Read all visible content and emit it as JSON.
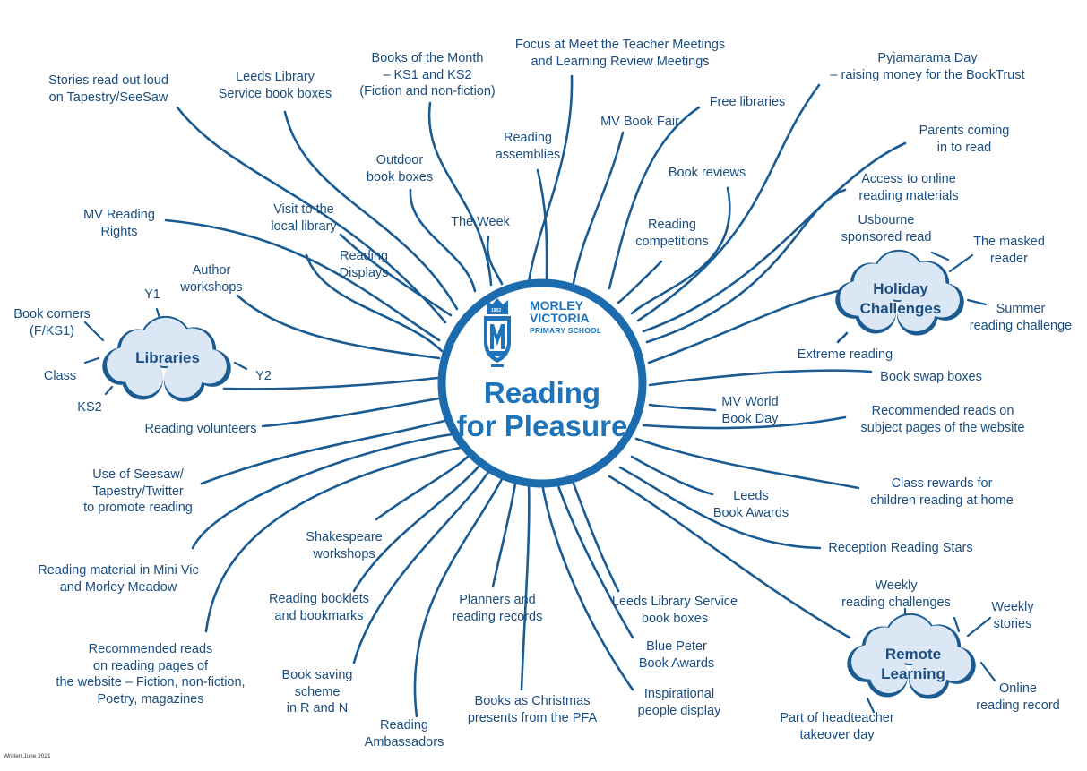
{
  "school": {
    "name_line1": "MORLEY",
    "name_line2": "VICTORIA",
    "name_line3": "PRIMARY SCHOOL",
    "crest_year": "1902"
  },
  "center": {
    "title_line1": "Reading",
    "title_line2": "for Pleasure"
  },
  "colors": {
    "line": "#1a5b92",
    "ring": "#1c6bad",
    "cloud_fill": "#dbe7f5",
    "text": "#1b4e80",
    "accent": "#1f73b8"
  },
  "clouds": {
    "libraries": {
      "title": "Libraries",
      "items": [
        "Book corners (F/KS1)",
        "Y1",
        "Y2",
        "Class",
        "KS2"
      ]
    },
    "holiday": {
      "title": "Holiday Challenges",
      "items": [
        "Usbourne sponsored read",
        "The masked reader",
        "Summer reading challenge",
        "Extreme reading"
      ]
    },
    "remote": {
      "title": "Remote Learning",
      "items": [
        "Weekly reading challenges",
        "Weekly stories",
        "Online reading record",
        "Part of headteacher takeover day"
      ]
    }
  },
  "labels": {
    "stories_read": [
      "Stories read out loud",
      "on Tapestry/SeeSaw"
    ],
    "leeds_boxes_top": [
      "Leeds Library",
      "Service book boxes"
    ],
    "books_month": [
      "Books of the Month",
      "– KS1 and KS2",
      "(Fiction and non-fiction)"
    ],
    "focus_meetings": [
      "Focus at Meet the Teacher Meetings",
      "and Learning Review Meetings"
    ],
    "pyjamarama": [
      "Pyjamarama Day",
      "– raising money for the BookTrust"
    ],
    "free_libraries": [
      "Free libraries"
    ],
    "mv_book_fair": [
      "MV Book Fair"
    ],
    "reading_assemblies": [
      "Reading",
      "assemblies"
    ],
    "outdoor_boxes": [
      "Outdoor",
      "book boxes"
    ],
    "parents_coming": [
      "Parents coming",
      "in to read"
    ],
    "book_reviews": [
      "Book reviews"
    ],
    "online_materials": [
      "Access to online",
      "reading materials"
    ],
    "mv_reading_rights": [
      "MV Reading",
      "Rights"
    ],
    "visit_library": [
      "Visit to the",
      "local library"
    ],
    "the_week": [
      "The Week"
    ],
    "reading_competitions": [
      "Reading",
      "competitions"
    ],
    "reading_displays": [
      "Reading",
      "Displays"
    ],
    "author_workshops": [
      "Author",
      "workshops"
    ],
    "book_swap": [
      "Book swap boxes"
    ],
    "mv_world_book_day": [
      "MV World",
      "Book Day"
    ],
    "recommended_subject": [
      "Recommended reads on",
      "subject pages of the website"
    ],
    "reading_volunteers": [
      "Reading volunteers"
    ],
    "use_of_seesaw": [
      "Use of Seesaw/",
      "Tapestry/Twitter",
      "to promote reading"
    ],
    "class_rewards": [
      "Class rewards for",
      "children reading at home"
    ],
    "leeds_book_awards": [
      "Leeds",
      "Book Awards"
    ],
    "reception_stars": [
      "Reception Reading Stars"
    ],
    "shakespeare": [
      "Shakespeare",
      "workshops"
    ],
    "mini_vic": [
      "Reading material in Mini Vic",
      "and Morley Meadow"
    ],
    "booklets": [
      "Reading booklets",
      "and bookmarks"
    ],
    "planners": [
      "Planners and",
      "reading records"
    ],
    "leeds_boxes_bottom": [
      "Leeds Library Service",
      "book boxes"
    ],
    "blue_peter": [
      "Blue Peter",
      "Book Awards"
    ],
    "recommended_reading_pages": [
      "Recommended reads",
      "on reading pages of",
      "the website – Fiction, non-fiction,",
      "Poetry, magazines"
    ],
    "book_saving": [
      "Book saving",
      "scheme",
      "in R and N"
    ],
    "christmas": [
      "Books as Christmas",
      "presents from the PFA"
    ],
    "inspirational": [
      "Inspirational",
      "people display"
    ],
    "ambassadors": [
      "Reading",
      "Ambassadors"
    ]
  },
  "footer": "Written June 2021"
}
